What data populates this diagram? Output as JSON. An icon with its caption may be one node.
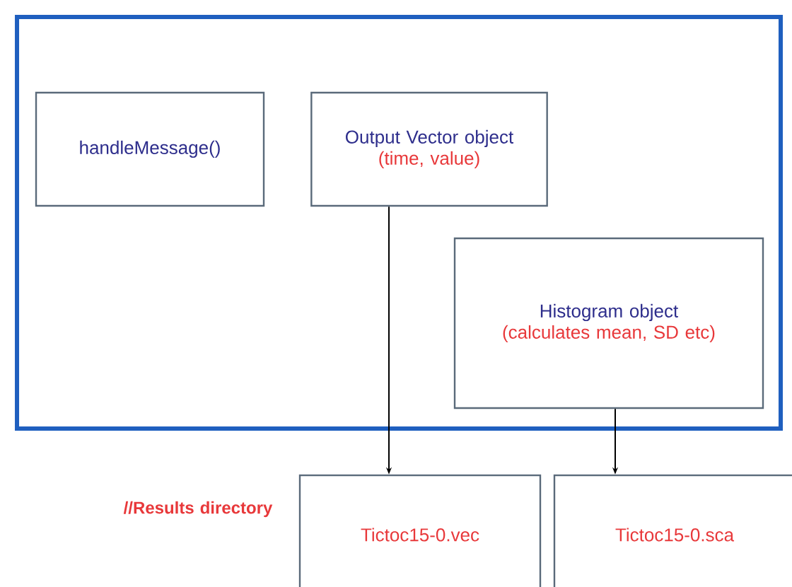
{
  "diagram": {
    "nodes": [
      {
        "text": [],
        "shape": "box"
      },
      {
        "text": [
          "handleMessage()"
        ],
        "in": 0
      },
      {
        "text": [
          "Output Vector object",
          "(time, value)"
        ],
        "in": 0
      },
      {
        "text": [
          "Histogram object",
          "(calculates mean, SD etc)"
        ],
        "in": 0
      },
      {
        "text": [
          "Tictoc15-0.vec"
        ]
      },
      {
        "text": [
          "Tictoc15-0.sca"
        ]
      }
    ],
    "edges": [
      {
        "from": 2,
        "to": 4,
        "arrow": "to"
      },
      {
        "from": 3,
        "to": 5,
        "arrow": "to"
      }
    ],
    "labels": [
      "//Results directory"
    ]
  }
}
